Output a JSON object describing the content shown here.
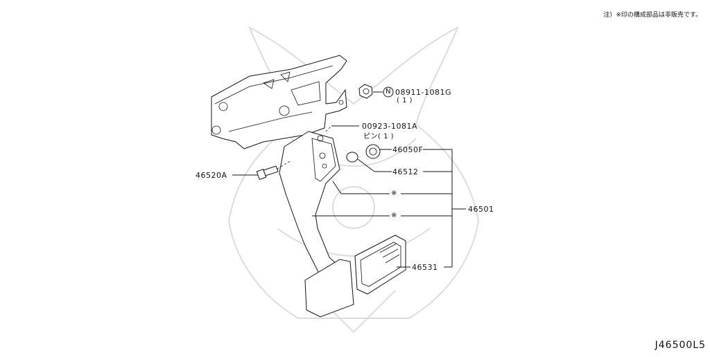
{
  "note": "注）※印の構成部品は非販売です。",
  "diagram_id": "J46500L5",
  "callouts": {
    "nut_part": "08911-1081G",
    "nut_qty": "( 1 )",
    "pin_part": "00923-1081A",
    "pin_desc": "ピン( 1 )",
    "part_46050f": "46050F",
    "part_46512": "46512",
    "part_46520a": "46520A",
    "mark_1": "※",
    "mark_2": "※",
    "assembly": "46501",
    "pad": "46531"
  },
  "symbols": {
    "nut_circle": "N"
  },
  "colors": {
    "line": "#111111",
    "watermark": "#dcdcdc"
  }
}
